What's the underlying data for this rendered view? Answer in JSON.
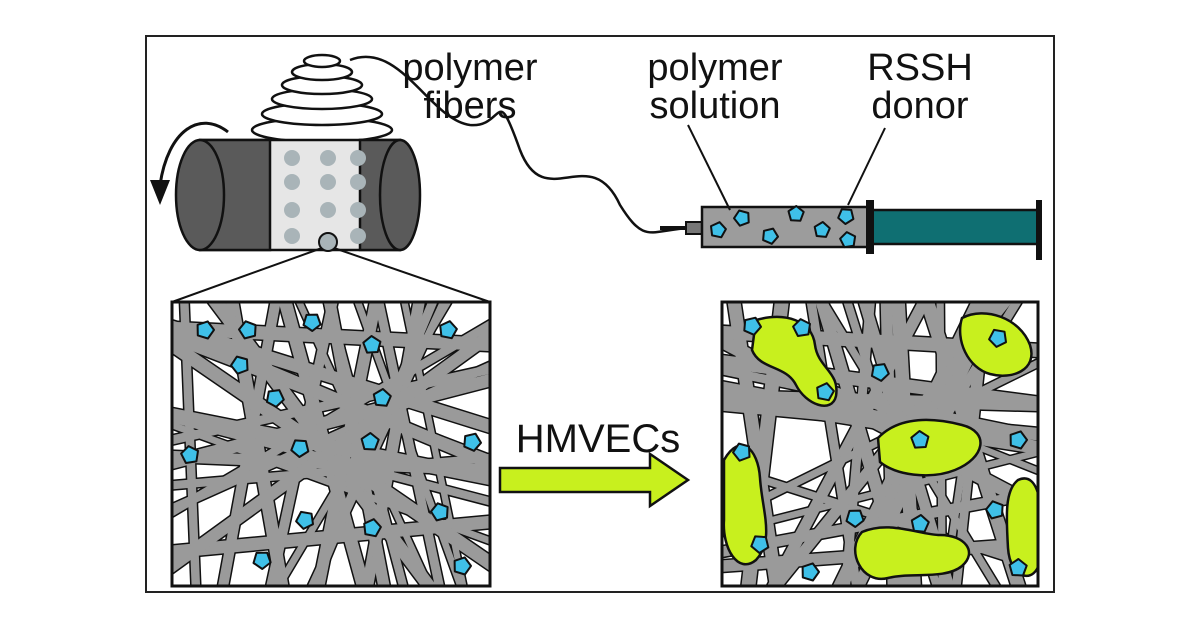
{
  "labels": {
    "polymer_fibers": [
      "polymer",
      "fibers"
    ],
    "polymer_solution": [
      "polymer",
      "solution"
    ],
    "rssh_donor": [
      "RSSH",
      "donor"
    ],
    "arrow_label": "HMVECs"
  },
  "colors": {
    "fiber_gray": "#9a9a9a",
    "fiber_outline": "#111111",
    "donor_blue": "#3fc0e8",
    "cell_green": "#c8f01e",
    "plunger_teal": "#0f6f72",
    "drum_dark": "#5a5a5a",
    "drum_light": "#e6e6e6",
    "dot_gray": "#a9b4b8"
  },
  "icons": {
    "rotation": "curved-arrow-icon",
    "donor": "pentagon-icon",
    "process_arrow": "right-arrow-icon"
  }
}
